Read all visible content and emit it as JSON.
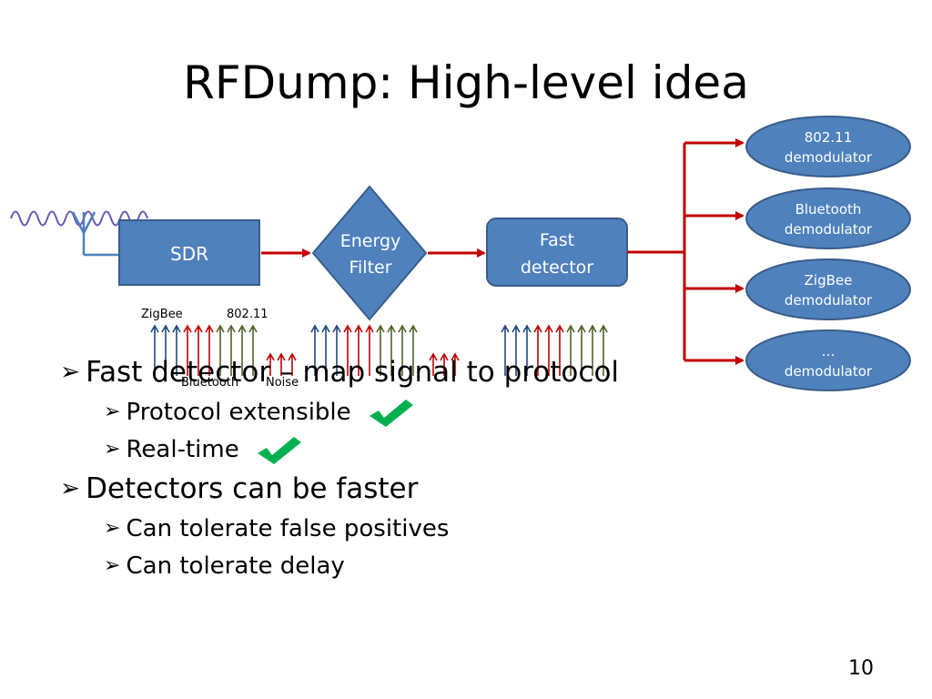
{
  "slide": {
    "title": "RFDump: High-level idea",
    "page_number": "10"
  },
  "diagram": {
    "sdr_label": "SDR",
    "energy_filter_label": [
      "Energy",
      "Filter"
    ],
    "fast_detector_label": [
      "Fast",
      "detector"
    ],
    "demodulators": [
      {
        "line1": "802.11",
        "line2": "demodulator"
      },
      {
        "line1": "Bluetooth",
        "line2": "demodulator"
      },
      {
        "line1": "ZigBee",
        "line2": "demodulator"
      },
      {
        "line1": "…",
        "line2": "demodulator"
      }
    ],
    "signal_labels": {
      "zigbee": "ZigBee",
      "wifi": "802.11",
      "bluetooth": "Bluetooth",
      "noise": "Noise"
    },
    "colors": {
      "box_fill": "#4f81bd",
      "box_stroke": "#385d8a",
      "arrow_red": "#c00000",
      "zigbee_blue": "#1f497d",
      "bluetooth_red": "#c00000",
      "wifi_green": "#4f6228",
      "wave_purple": "#6b5bb3"
    }
  },
  "bullets": [
    {
      "text": "Fast detector – map signal to protocol",
      "level": 1,
      "check": false
    },
    {
      "text": "Protocol extensible",
      "level": 2,
      "check": true
    },
    {
      "text": "Real-time",
      "level": 2,
      "check": true
    },
    {
      "text": "Detectors can be faster",
      "level": 1,
      "check": false
    },
    {
      "text": "Can tolerate false positives",
      "level": 2,
      "check": false
    },
    {
      "text": "Can tolerate delay",
      "level": 2,
      "check": false
    }
  ],
  "bullet_icon": "arrowhead-bullet-icon",
  "check_icon": "green-checkmark-icon"
}
